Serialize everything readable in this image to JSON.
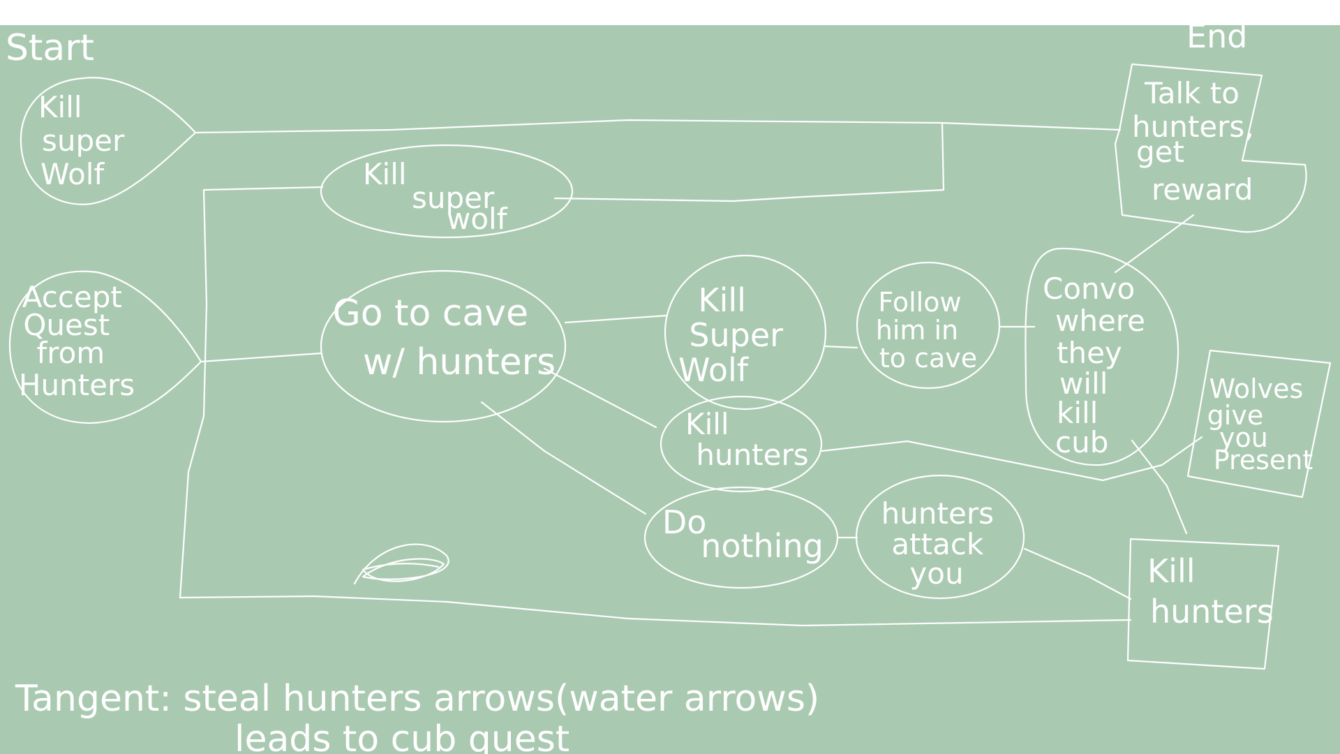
{
  "colors": {
    "board": "#aac9b1",
    "ink": "#ffffff",
    "page": "#ffffff"
  },
  "labels": {
    "start": "Start",
    "end": "End",
    "n1": [
      "Kill",
      "super",
      "Wolf"
    ],
    "n2": [
      "Kill",
      "super",
      "wolf"
    ],
    "n3": [
      "Accept",
      "Quest",
      "from",
      "Hunters"
    ],
    "n4": [
      "Go to cave",
      "w/ hunters"
    ],
    "n5": [
      "Kill",
      "Super",
      "Wolf"
    ],
    "n6": [
      "Follow",
      "him in",
      "to cave"
    ],
    "n7": [
      "Convo",
      "where",
      "they",
      "will",
      "kill",
      "cub"
    ],
    "n8": [
      "Kill",
      "hunters"
    ],
    "n9": [
      "Do",
      "nothing"
    ],
    "n10": [
      "hunters",
      "attack",
      "you"
    ],
    "n11": [
      "Kill",
      "hunters"
    ],
    "n12": [
      "Wolves",
      "give",
      "you",
      "Present"
    ],
    "n13": [
      "Talk to",
      "hunters,",
      "get",
      "reward"
    ],
    "tangent": [
      "Tangent: steal hunters arrows(water arrows)",
      "leads to cub quest"
    ]
  }
}
